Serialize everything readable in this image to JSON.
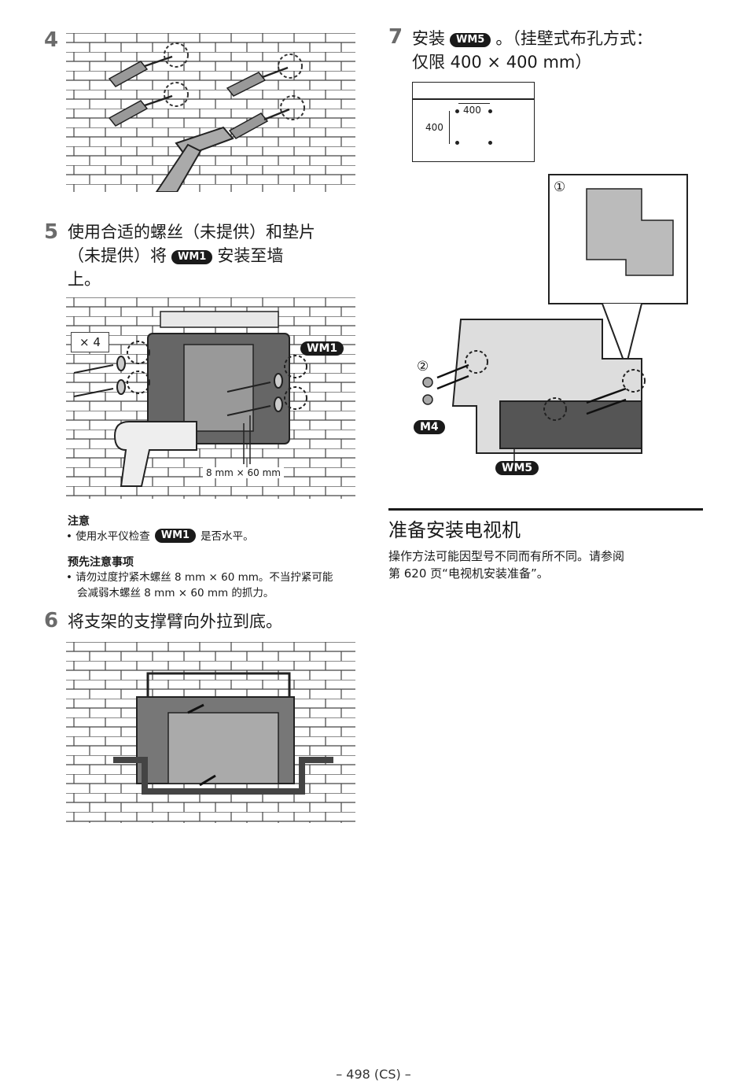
{
  "step4": {
    "number": "4"
  },
  "step5": {
    "number": "5",
    "text_a": "使用合适的螺丝（未提供）和垫片",
    "text_b": "（未提供）将",
    "badge": "WM1",
    "text_c": "安装至墙",
    "text_d": "上。",
    "figure": {
      "count_label": "× 4",
      "part_label": "WM1",
      "screw_label": "8 mm × 60 mm"
    }
  },
  "note": {
    "heading": "注意",
    "bullet": "• 使用水平仪检查",
    "badge": "WM1",
    "tail": "是否水平。"
  },
  "caution": {
    "heading": "预先注意事项",
    "line1": "• 请勿过度拧紧木螺丝 8 mm × 60 mm。不当拧紧可能",
    "line2": "会减弱木螺丝 8 mm × 60 mm 的抓力。"
  },
  "step6": {
    "number": "6",
    "text": "将支架的支撑臂向外拉到底。"
  },
  "step7": {
    "number": "7",
    "text_a": "安装",
    "badge": "WM5",
    "text_b": "。（挂壁式布孔方式：",
    "text_c": "仅限 400 × 400 mm）",
    "pattern": {
      "h_label": "400",
      "v_label": "400"
    },
    "figure": {
      "callout1": "①",
      "callout2": "②",
      "m4_label": "M4",
      "wm5_label": "WM5"
    }
  },
  "section": {
    "title": "准备安装电视机",
    "body1": "操作方法可能因型号不同而有所不同。请参阅",
    "body2": "第 620 页“电视机安装准备”。"
  },
  "footer": {
    "page": "– 498 (CS) –"
  }
}
